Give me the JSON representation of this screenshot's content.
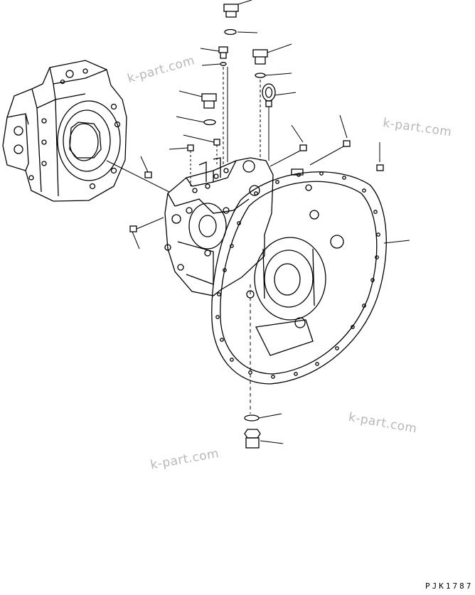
{
  "diagram": {
    "reference_code": "PJK1787",
    "watermarks": [
      "k-part.com",
      "k-part.com",
      "k-part.com",
      "k-part.com"
    ]
  }
}
